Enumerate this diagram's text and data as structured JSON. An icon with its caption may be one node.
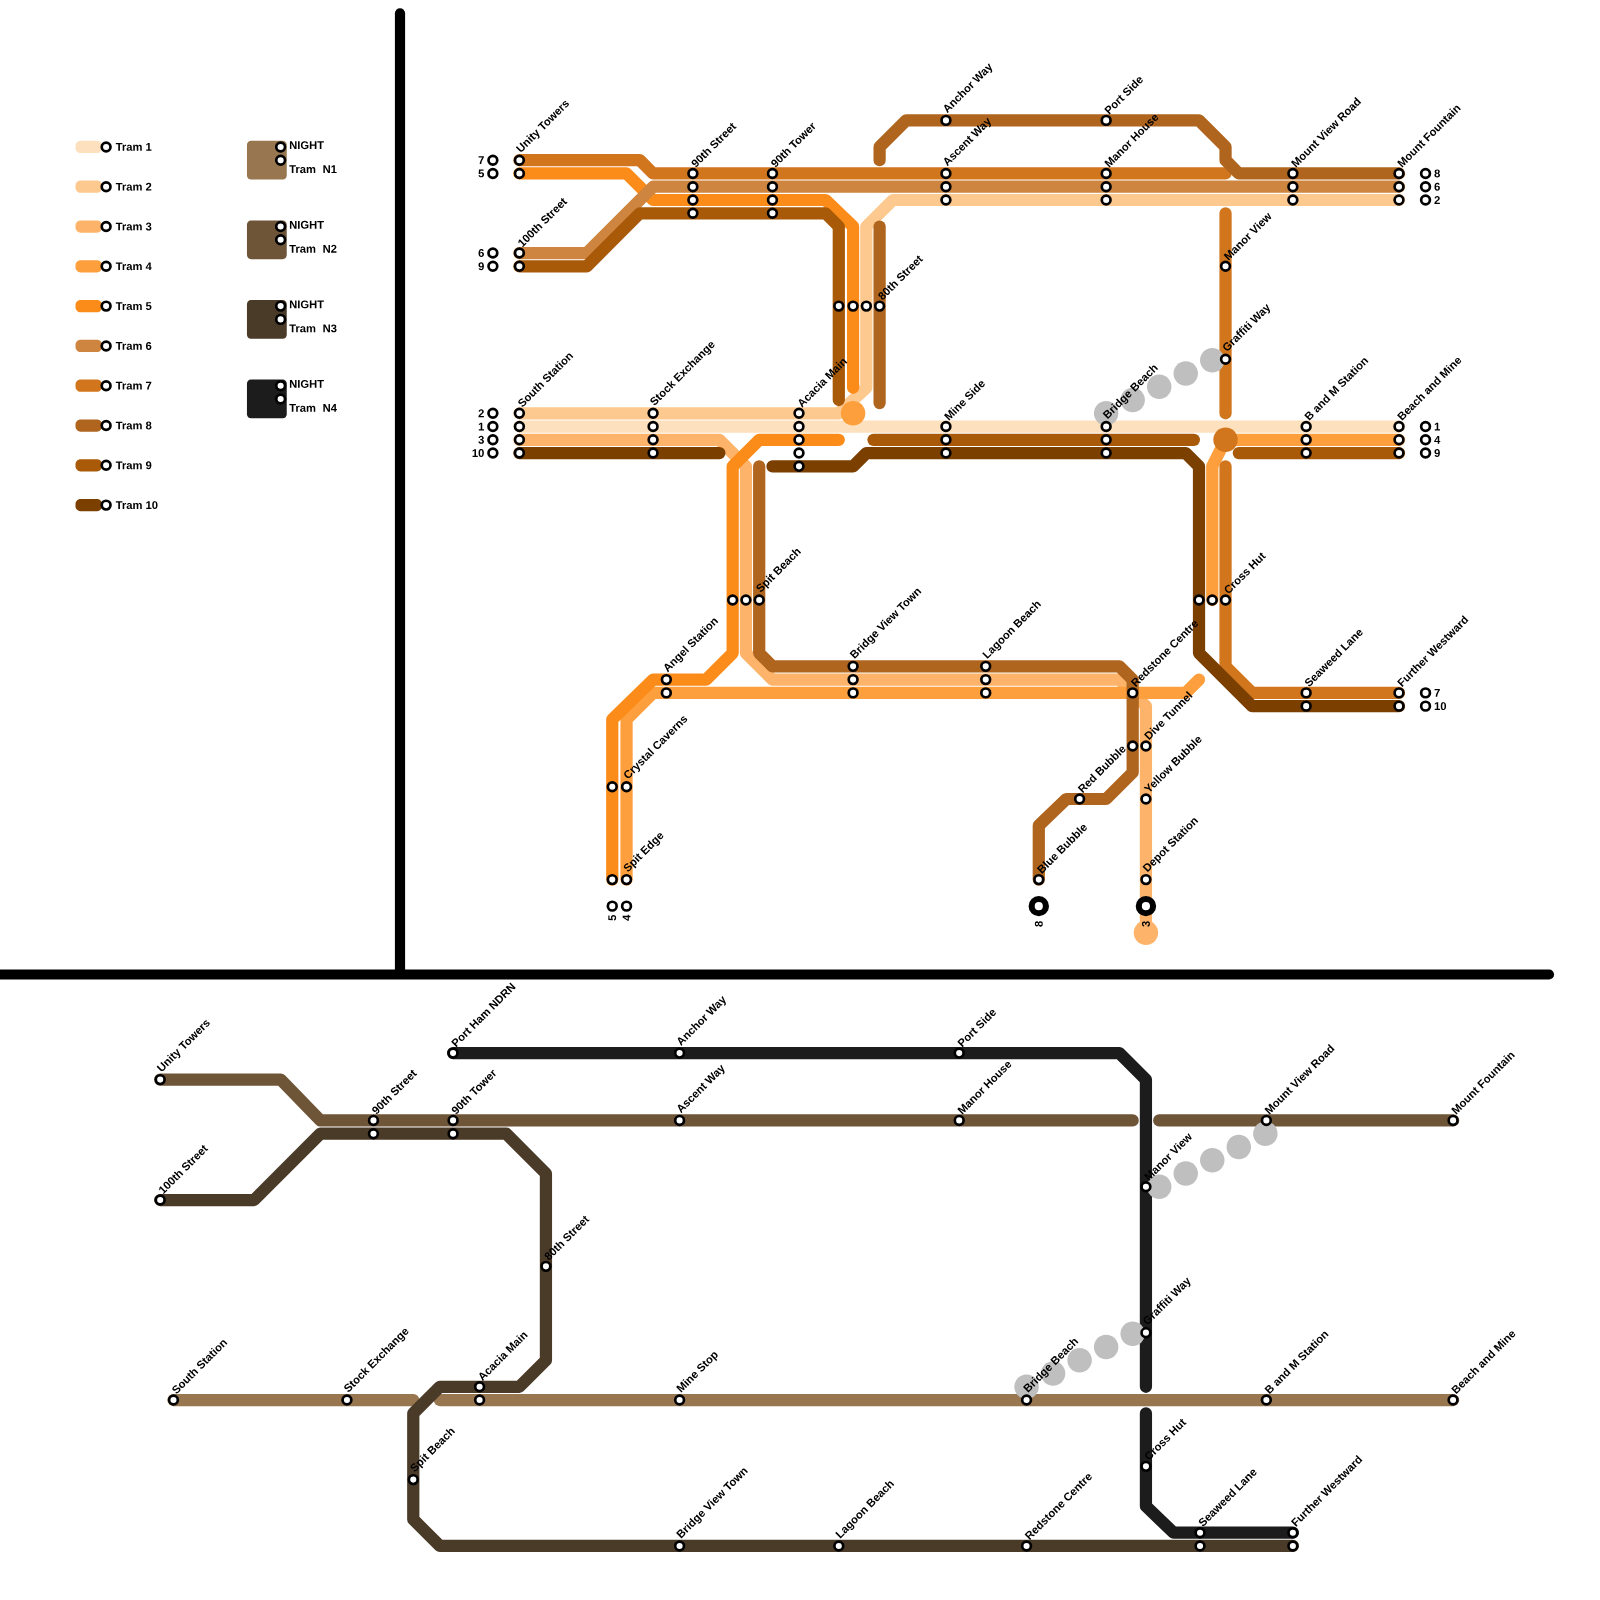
{
  "diagram": {
    "labels": [
      "Unity Towers",
      "7",
      "5",
      "90th Street",
      "90th Tower",
      "Anchor Way",
      "Ascent Way",
      "Port Side",
      "Manor House",
      "Mount View Road",
      "Mount Fountain",
      "8",
      "6",
      "2",
      "100th Street",
      "6",
      "9",
      "Manor View",
      "80th Street",
      "Graffiti Way",
      "South Station",
      "2",
      "1",
      "3",
      "10",
      "Stock Exchange",
      "Acacia Main",
      "Mine Side",
      "Bridge Beach",
      "B and M Station",
      "Beach and Mine",
      "1",
      "4",
      "9",
      "Spit Beach",
      "Cross Hut",
      "Angel Station",
      "Bridge View Town",
      "Lagoon Beach",
      "Redstone Centre",
      "Seaweed Lane",
      "Further Westward",
      "7",
      "10",
      "Dive Tunnel",
      "Crystal Caverns",
      "Red Bubble",
      "Yellow Bubble",
      "Spit Edge",
      "Blue Bubble",
      "Depot Station",
      "5",
      "4",
      "8",
      "3",
      "Unity Towers",
      "Port Ham NDRN",
      "Anchor Way",
      "Port Side",
      "90th Street",
      "90th Tower",
      "Ascent Way",
      "Manor House",
      "Mount View Road",
      "Mount Fountain",
      "100th Street",
      "Manor View",
      "80th Street",
      "Graffiti Way",
      "South Station",
      "Stock Exchange",
      "Acacia Main",
      "Mine Stop",
      "Bridge Beach",
      "B and M Station",
      "Beach and Mine",
      "Spit Beach",
      "Cross Hut",
      "Bridge View Town",
      "Lagoon Beach",
      "Redstone Centre",
      "Seaweed Lane",
      "Further Westward"
    ],
    "legend": [
      {
        "text": "Tram 1",
        "color": "#fde0bd"
      },
      {
        "text": "Tram 2",
        "color": "#fdc98f"
      },
      {
        "text": "Tram 3",
        "color": "#fdb46a"
      },
      {
        "text": "Tram 4",
        "color": "#fd9f3c"
      },
      {
        "text": "Tram 5",
        "color": "#fc8c1a"
      },
      {
        "text": "Tram 6",
        "color": "#cd853f"
      },
      {
        "text": "Tram 7",
        "color": "#d2761e"
      },
      {
        "text": "Tram 8",
        "color": "#b0651e"
      },
      {
        "text": "Tram 9",
        "color": "#a95a08"
      },
      {
        "text": "Tram 10",
        "color": "#7b3f00"
      },
      {
        "text": "NIGHT Tram N1",
        "color": "#977650"
      },
      {
        "text": "NIGHT Tram N2",
        "color": "#6f5538"
      },
      {
        "text": "NIGHT Tram N3",
        "color": "#4a3a28"
      },
      {
        "text": "NIGHT Tram N4",
        "color": "#1c1c1c"
      }
    ]
  }
}
